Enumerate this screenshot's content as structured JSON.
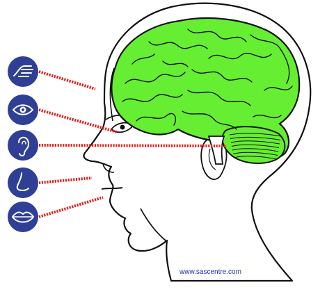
{
  "diagram": {
    "senses": [
      {
        "name": "touch",
        "icon": "hand-icon"
      },
      {
        "name": "sight",
        "icon": "eye-icon"
      },
      {
        "name": "hearing",
        "icon": "ear-icon"
      },
      {
        "name": "smell",
        "icon": "nose-icon"
      },
      {
        "name": "taste",
        "icon": "lips-icon"
      }
    ],
    "credit": "www.sascentre.com"
  },
  "colors": {
    "brain": "#66ee33",
    "icon_circle": "#2f3f95",
    "pathway": "#e0201c",
    "outline": "#111111",
    "credit_text": "#1f2ab4"
  }
}
